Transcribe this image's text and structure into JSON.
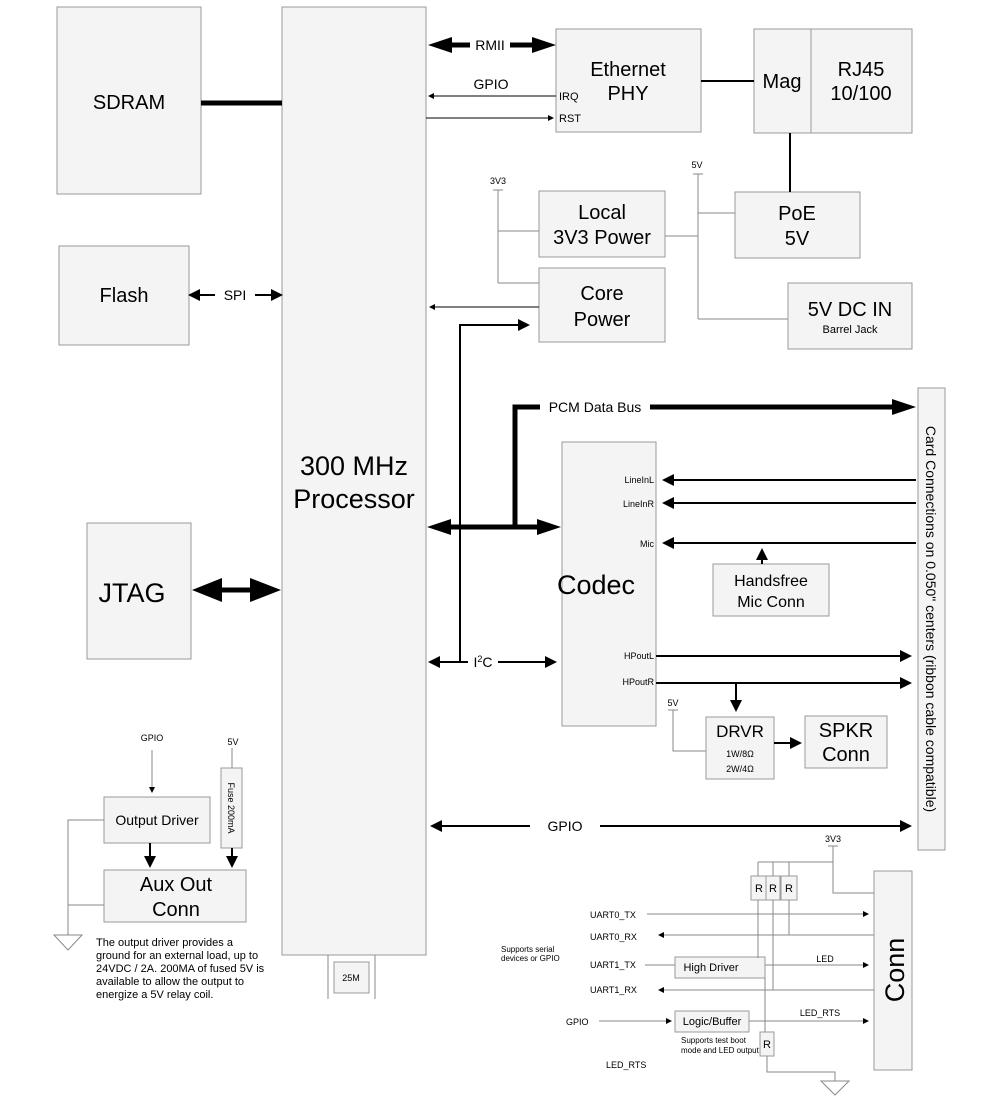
{
  "blocks": {
    "sdram": "SDRAM",
    "flash": "Flash",
    "jtag": "JTAG",
    "processor_line1": "300 MHz",
    "processor_line2": "Processor",
    "crystal": "25M",
    "ethernet_line1": "Ethernet",
    "ethernet_line2": "PHY",
    "mag": "Mag",
    "rj45_line1": "RJ45",
    "rj45_line2": "10/100",
    "poe_line1": "PoE",
    "poe_line2": "5V",
    "local_line1": "Local",
    "local_line2": "3V3 Power",
    "core_line1": "Core",
    "core_line2": "Power",
    "dcin_line1": "5V DC IN",
    "dcin_line2": "Barrel Jack",
    "codec": "Codec",
    "handsfree_line1": "Handsfree",
    "handsfree_line2": "Mic Conn",
    "drvr": "DRVR",
    "drvr_spec1": "1W/8Ω",
    "drvr_spec2": "2W/4Ω",
    "spkr_line1": "SPKR",
    "spkr_line2": "Conn",
    "card_connections": "Card Connections on 0.050\" centers (ribbon cable compatible)",
    "output_driver": "Output Driver",
    "aux_line1": "Aux Out",
    "aux_line2": "Conn",
    "fuse": "Fuse 200mA",
    "conn": "Conn",
    "high_driver": "High Driver",
    "logic_buffer": "Logic/Buffer"
  },
  "signals": {
    "rmii": "RMII",
    "gpio_top": "GPIO",
    "irq": "IRQ",
    "rst": "RST",
    "spi": "SPI",
    "pcm": "PCM Data Bus",
    "i2c_i": "I",
    "i2c_sup": "2",
    "i2c_c": "C",
    "linein_l": "LineInL",
    "linein_r": "LineInR",
    "mic": "Mic",
    "hpout_l": "HPoutL",
    "hpout_r": "HPoutR",
    "gpio_bus": "GPIO",
    "uart0_tx": "UART0_TX",
    "uart0_rx": "UART0_RX",
    "uart1_tx": "UART1_TX",
    "uart1_rx": "UART1_RX",
    "led": "LED",
    "led_rts": "LED_RTS",
    "led_rts_bottom": "LED_RTS",
    "gpio_logic": "GPIO",
    "gpio_aux": "GPIO",
    "resistor": "R"
  },
  "power_labels": {
    "v3v3_local": "3V3",
    "v5_poe": "5V",
    "v5_drvr": "5V",
    "v5_fuse": "5V",
    "v3v3_conn": "3V3"
  },
  "notes": {
    "aux_note_1": "The output driver provides a",
    "aux_note_2": "ground for an external load, up to",
    "aux_note_3": "24VDC / 2A.  200MA of fused 5V is",
    "aux_note_4": "available to allow the output to",
    "aux_note_5": "energize a 5V relay coil.",
    "serial_note_1": "Supports serial",
    "serial_note_2": "devices or GPIO",
    "boot_note_1": "Supports test boot",
    "boot_note_2": "mode and LED output"
  }
}
